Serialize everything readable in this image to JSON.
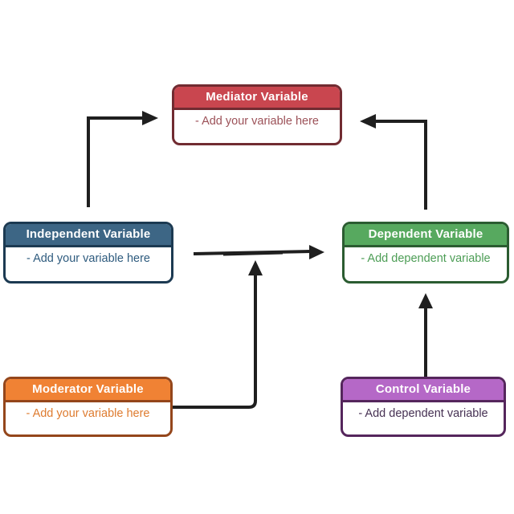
{
  "canvas": {
    "background_color": "#ffffff",
    "arrow_color": "#1F1F1F"
  },
  "nodes": {
    "mediator": {
      "title": "Mediator Variable",
      "body": "- Add your variable here",
      "header_color": "#C9464F",
      "border_color": "#712B31",
      "text_color": "#9C5158"
    },
    "independent": {
      "title": "Independent Variable",
      "body": "- Add your variable here",
      "header_color": "#3D6685",
      "border_color": "#1C3A52",
      "text_color": "#2E5B7E"
    },
    "dependent": {
      "title": "Dependent Variable",
      "body": "- Add dependent variable",
      "header_color": "#57A95F",
      "border_color": "#2B5C31",
      "text_color": "#4C9D55"
    },
    "moderator": {
      "title": "Moderator Variable",
      "body": "- Add your variable here",
      "header_color": "#F08234",
      "border_color": "#94461B",
      "text_color": "#DE7B2F"
    },
    "control": {
      "title": "Control Variable",
      "body": "- Add dependent variable",
      "header_color": "#B568C7",
      "border_color": "#55265C",
      "text_color": "#463153"
    }
  },
  "edges": [
    {
      "from": "Independent Variable",
      "to": "Mediator Variable"
    },
    {
      "from": "Dependent Variable",
      "to": "Mediator Variable"
    },
    {
      "from": "Independent Variable",
      "to": "Dependent Variable"
    },
    {
      "from": "Moderator Variable",
      "to": "Independent-Dependent arrow"
    },
    {
      "from": "Control Variable",
      "to": "Dependent Variable"
    }
  ]
}
